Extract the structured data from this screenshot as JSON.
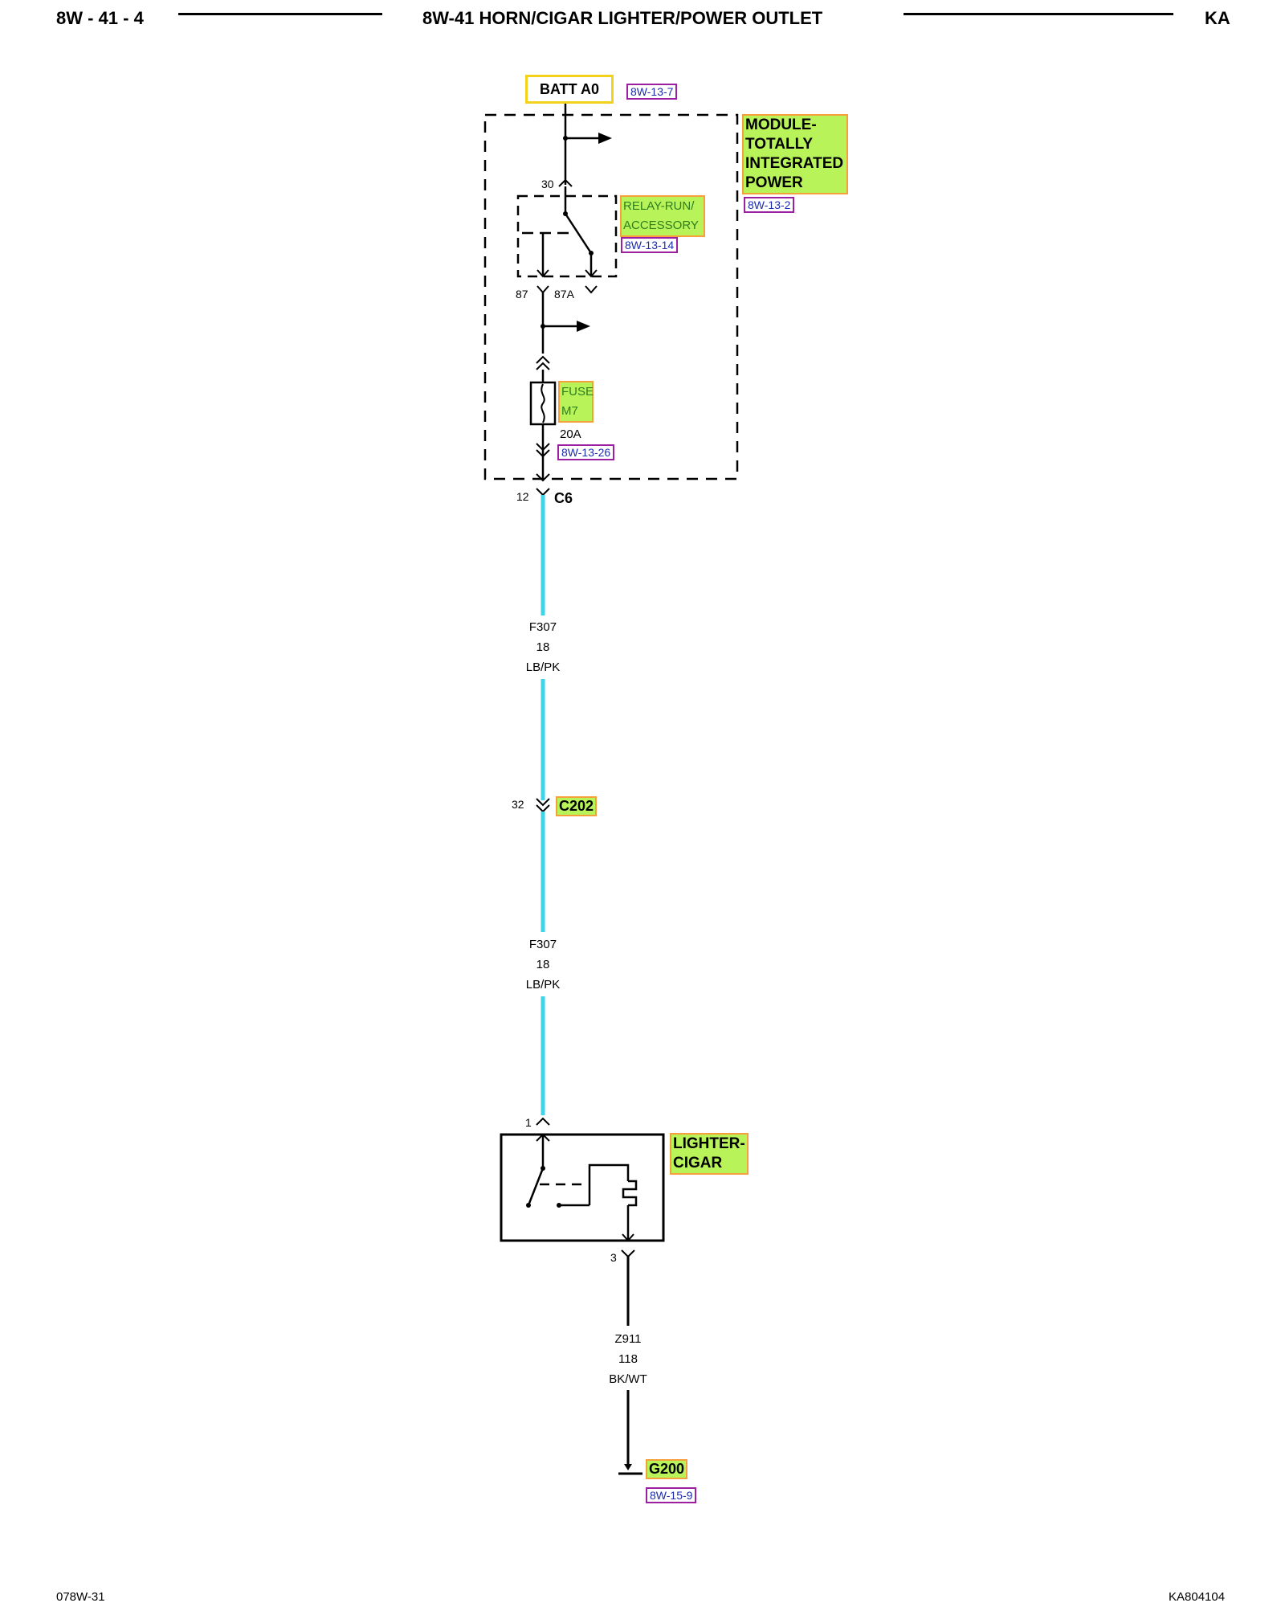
{
  "header": {
    "page_number": "8W - 41 - 4",
    "title": "8W-41 HORN/CIGAR LIGHTER/POWER OUTLET",
    "model_code": "KA"
  },
  "power_source": {
    "label": "BATT A0",
    "ref": "8W-13-7"
  },
  "module": {
    "name_lines": [
      "MODULE-",
      "TOTALLY",
      "INTEGRATED",
      "POWER"
    ],
    "ref": "8W-13-2"
  },
  "relay": {
    "name_lines": [
      "RELAY-RUN/",
      "ACCESSORY"
    ],
    "ref": "8W-13-14",
    "pin_in": "30",
    "pin_87": "87",
    "pin_87a": "87A"
  },
  "fuse": {
    "name_lines": [
      "FUSE",
      "M7"
    ],
    "rating": "20A",
    "ref": "8W-13-26"
  },
  "connectors": {
    "c6": {
      "name": "C6",
      "pin": "12"
    },
    "c202": {
      "name": "C202",
      "pin": "32"
    }
  },
  "wires": {
    "segment_1": {
      "circuit": "F307",
      "gauge": "18",
      "color": "LB/PK"
    },
    "segment_2": {
      "circuit": "F307",
      "gauge": "18",
      "color": "LB/PK"
    },
    "segment_3": {
      "circuit": "Z911",
      "gauge": "118",
      "color": "BK/WT"
    }
  },
  "lighter": {
    "name_lines": [
      "LIGHTER-",
      "CIGAR"
    ],
    "pin_in": "1",
    "pin_out": "3"
  },
  "ground": {
    "name": "G200",
    "ref": "8W-15-9"
  },
  "footer": {
    "left_code": "078W-31",
    "right_code": "KA804104"
  },
  "colors": {
    "wire_light_blue": "#3fd3ea",
    "highlight_green": "#b8f35a",
    "highlight_border": "#f5a03a",
    "batt_border": "#f2d21a",
    "ref_border": "#9b1fa0",
    "ref_text": "#1c2bb0"
  }
}
